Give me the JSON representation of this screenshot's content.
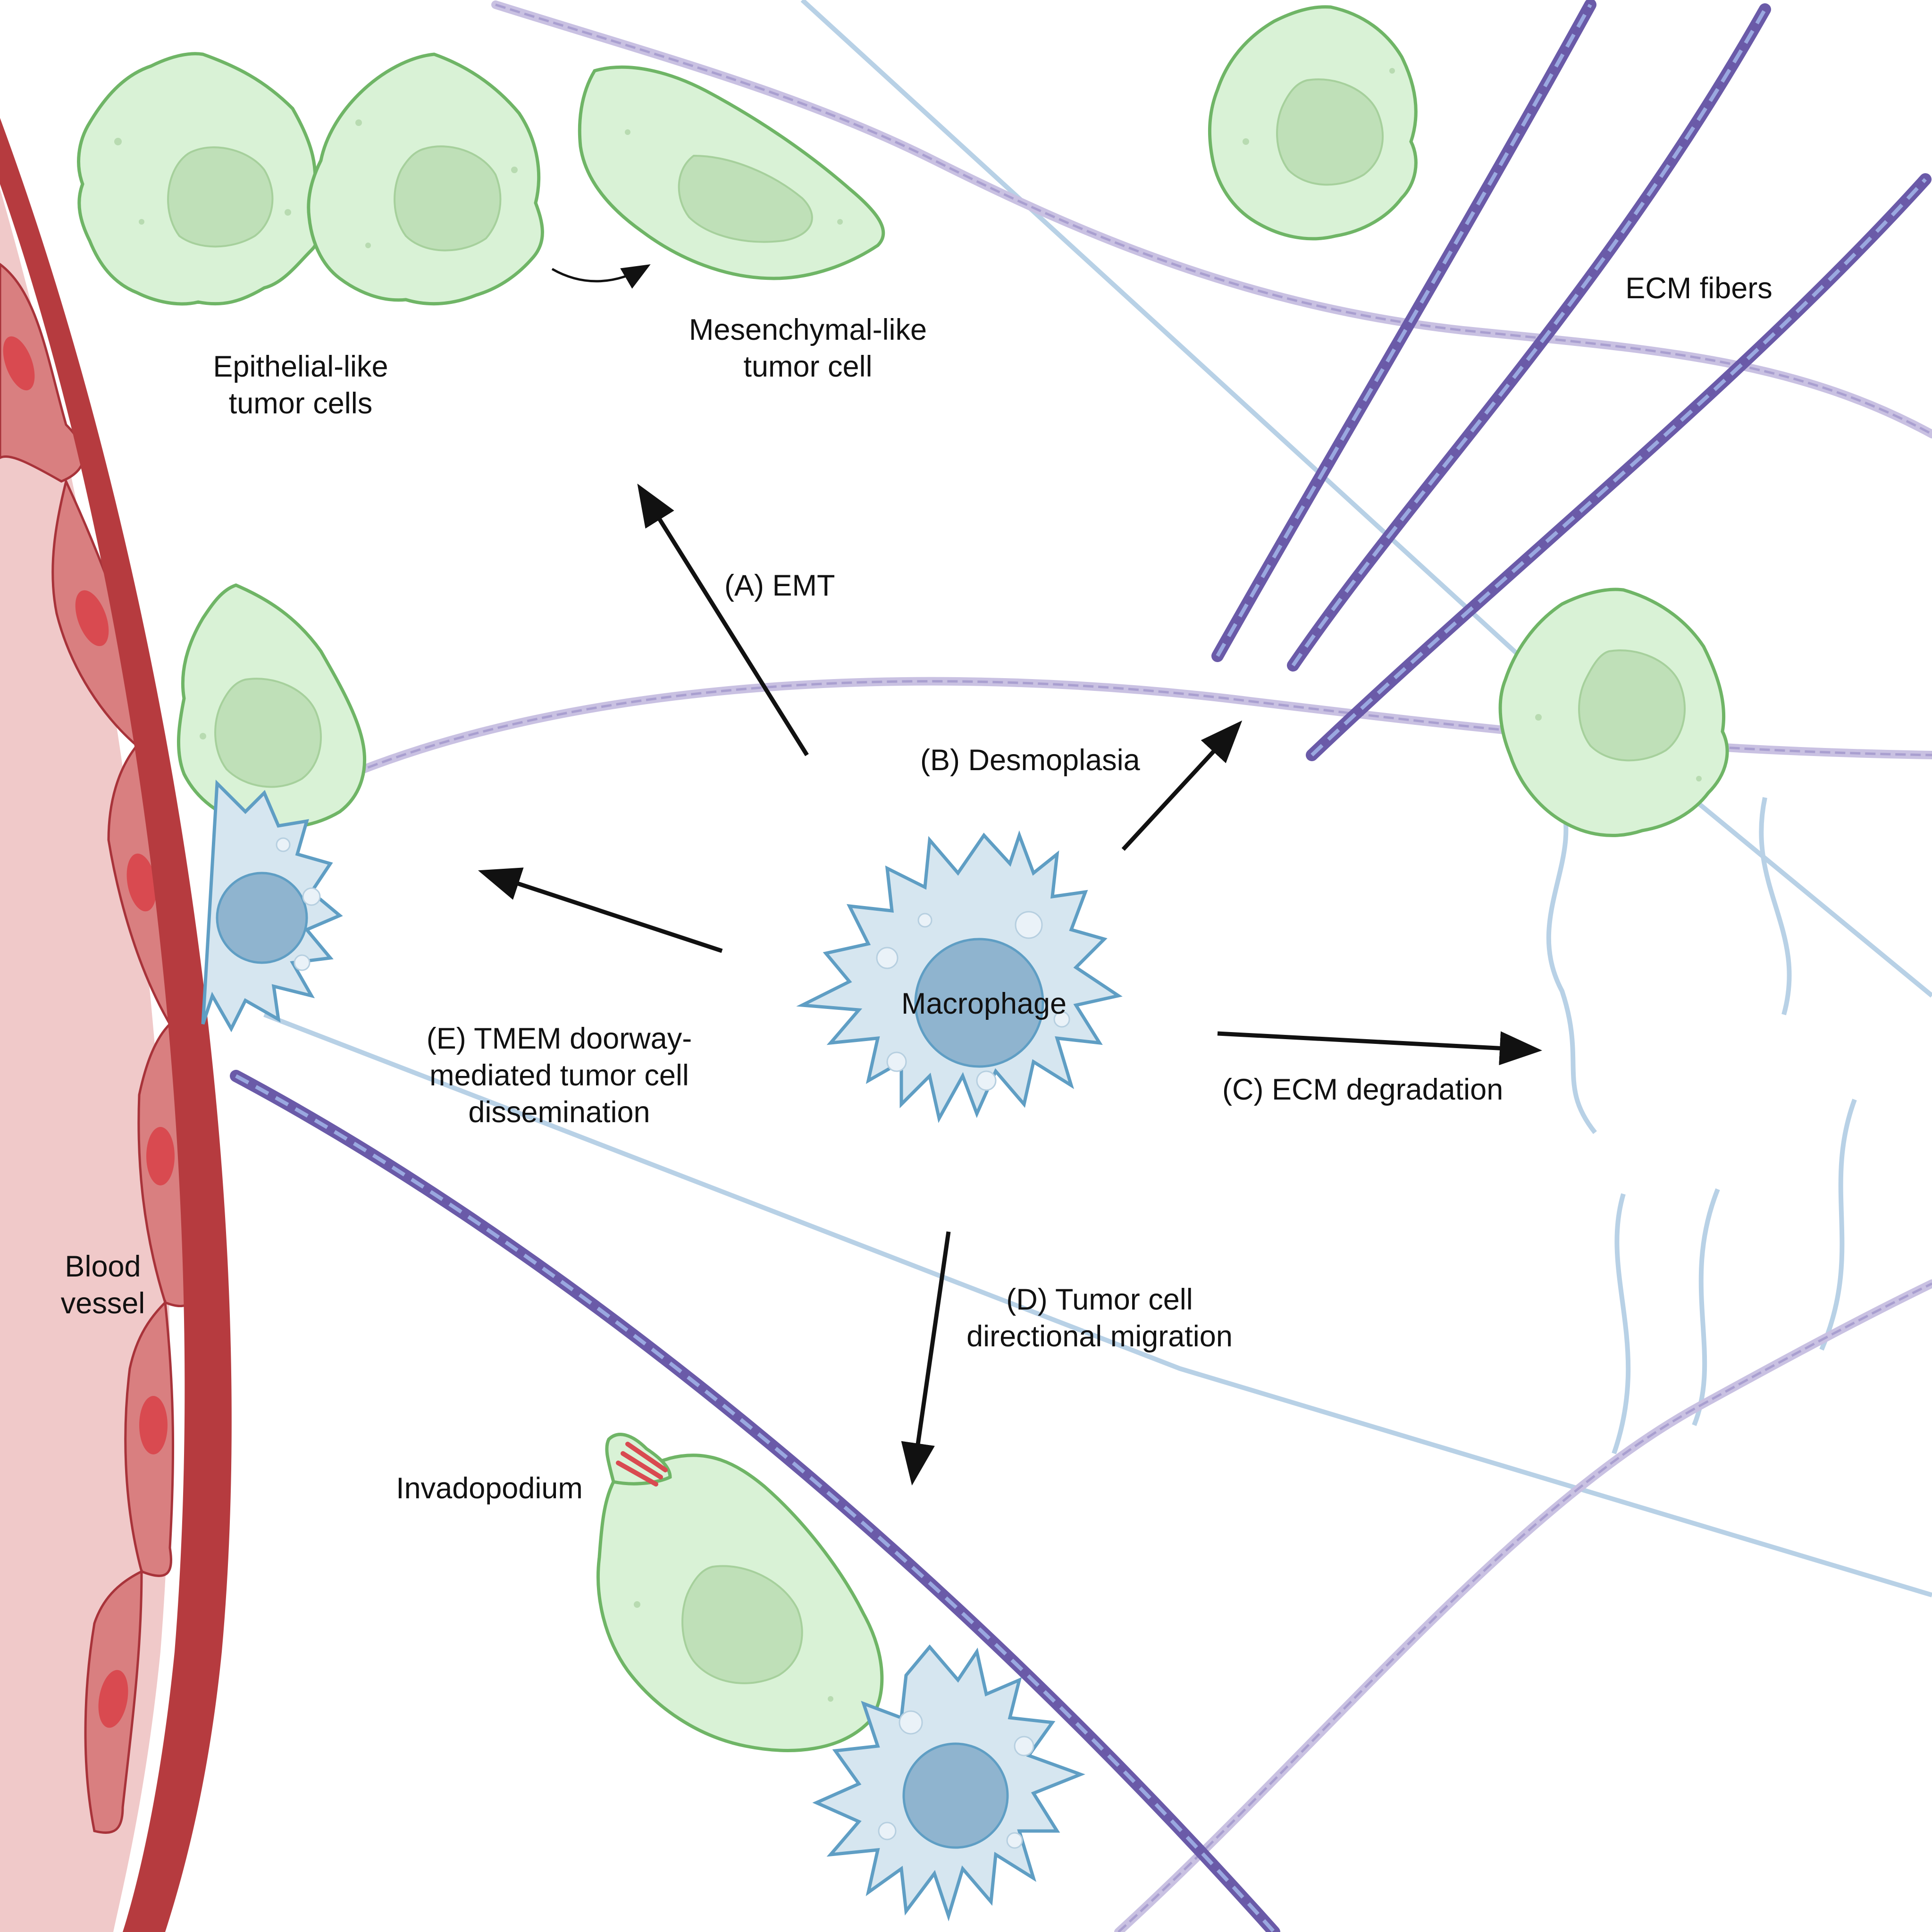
{
  "labels": {
    "epithelial_line1": "Epithelial-like",
    "epithelial_line2": "tumor cells",
    "mesenchymal_line1": "Mesenchymal-like",
    "mesenchymal_line2": "tumor cell",
    "ecm_fibers": "ECM fibers",
    "emt": "(A) EMT",
    "desmoplasia": "(B) Desmoplasia",
    "macrophage": "Macrophage",
    "ecm_degradation": "(C) ECM degradation",
    "tmem_line1": "(E) TMEM doorway-",
    "tmem_line2": "mediated tumor cell",
    "tmem_line3": "dissemination",
    "migration_line1": "(D) Tumor cell",
    "migration_line2": "directional migration",
    "blood_line1": "Blood",
    "blood_line2": "vessel",
    "invadopodium": "Invadopodium"
  },
  "colors": {
    "tumor_cell_fill": "#d9f2d6",
    "tumor_cell_stroke": "#6fb566",
    "tumor_nucleus": "#bfe0b8",
    "macrophage_fill": "#d6e6f0",
    "macrophage_stroke": "#5f9ec4",
    "macrophage_nucleus": "#8fb4cf",
    "vessel_wall": "#b63b3f",
    "vessel_lumen": "#f0c9c9",
    "endothelium": "#d97f80",
    "collagen_dark": "#6a5aa8",
    "collagen_light": "#b9b0d8",
    "fiber_blue": "#b8d1e6",
    "arrow": "#111111"
  }
}
